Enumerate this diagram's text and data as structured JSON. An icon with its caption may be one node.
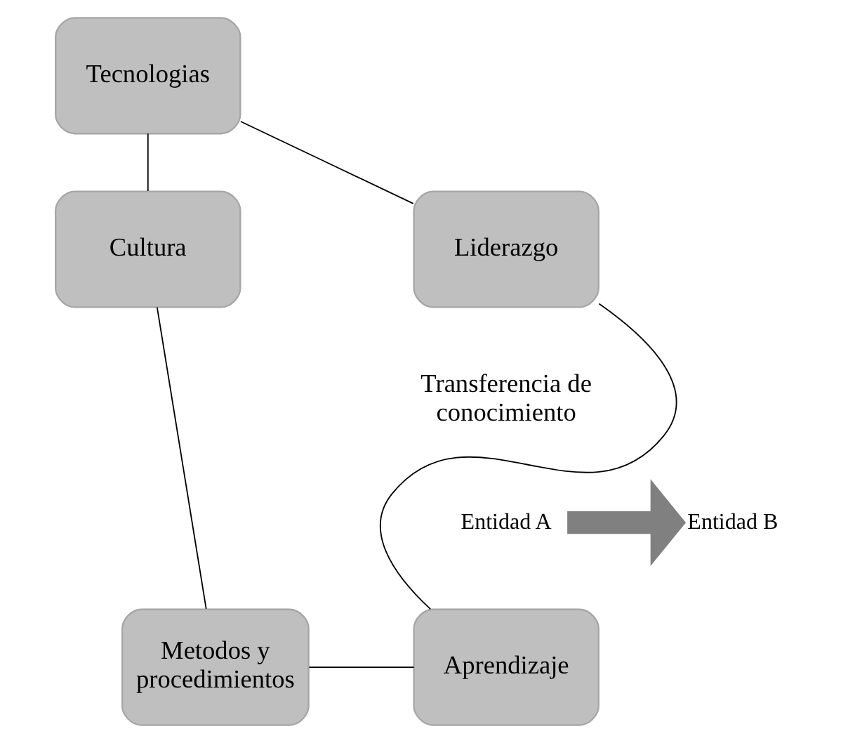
{
  "diagram": {
    "nodes": [
      {
        "text": [
          "Tecnologias"
        ]
      },
      {
        "text": [
          "Cultura"
        ]
      },
      {
        "text": [
          "Metodos y procedimientos"
        ]
      },
      {
        "text": [
          "Aprendizaje"
        ]
      },
      {
        "text": [
          "Liderazgo"
        ]
      },
      {
        "text": [
          "Entidad A"
        ]
      },
      {
        "text": [
          "Entidad B"
        ]
      }
    ],
    "edges": [
      {
        "from": 0,
        "to": 1,
        "arrow": "none"
      },
      {
        "from": 1,
        "to": 2,
        "arrow": "none"
      },
      {
        "from": 2,
        "to": 3,
        "arrow": "none"
      },
      {
        "from": 3,
        "to": 4,
        "arrow": "none"
      },
      {
        "from": 4,
        "to": 0,
        "arrow": "none"
      },
      {
        "from": 5,
        "to": 6,
        "arrow": "to",
        "style": "thick",
        "color": "#808080"
      }
    ],
    "labels": [
      "Transferencia de conocimiento"
    ]
  }
}
